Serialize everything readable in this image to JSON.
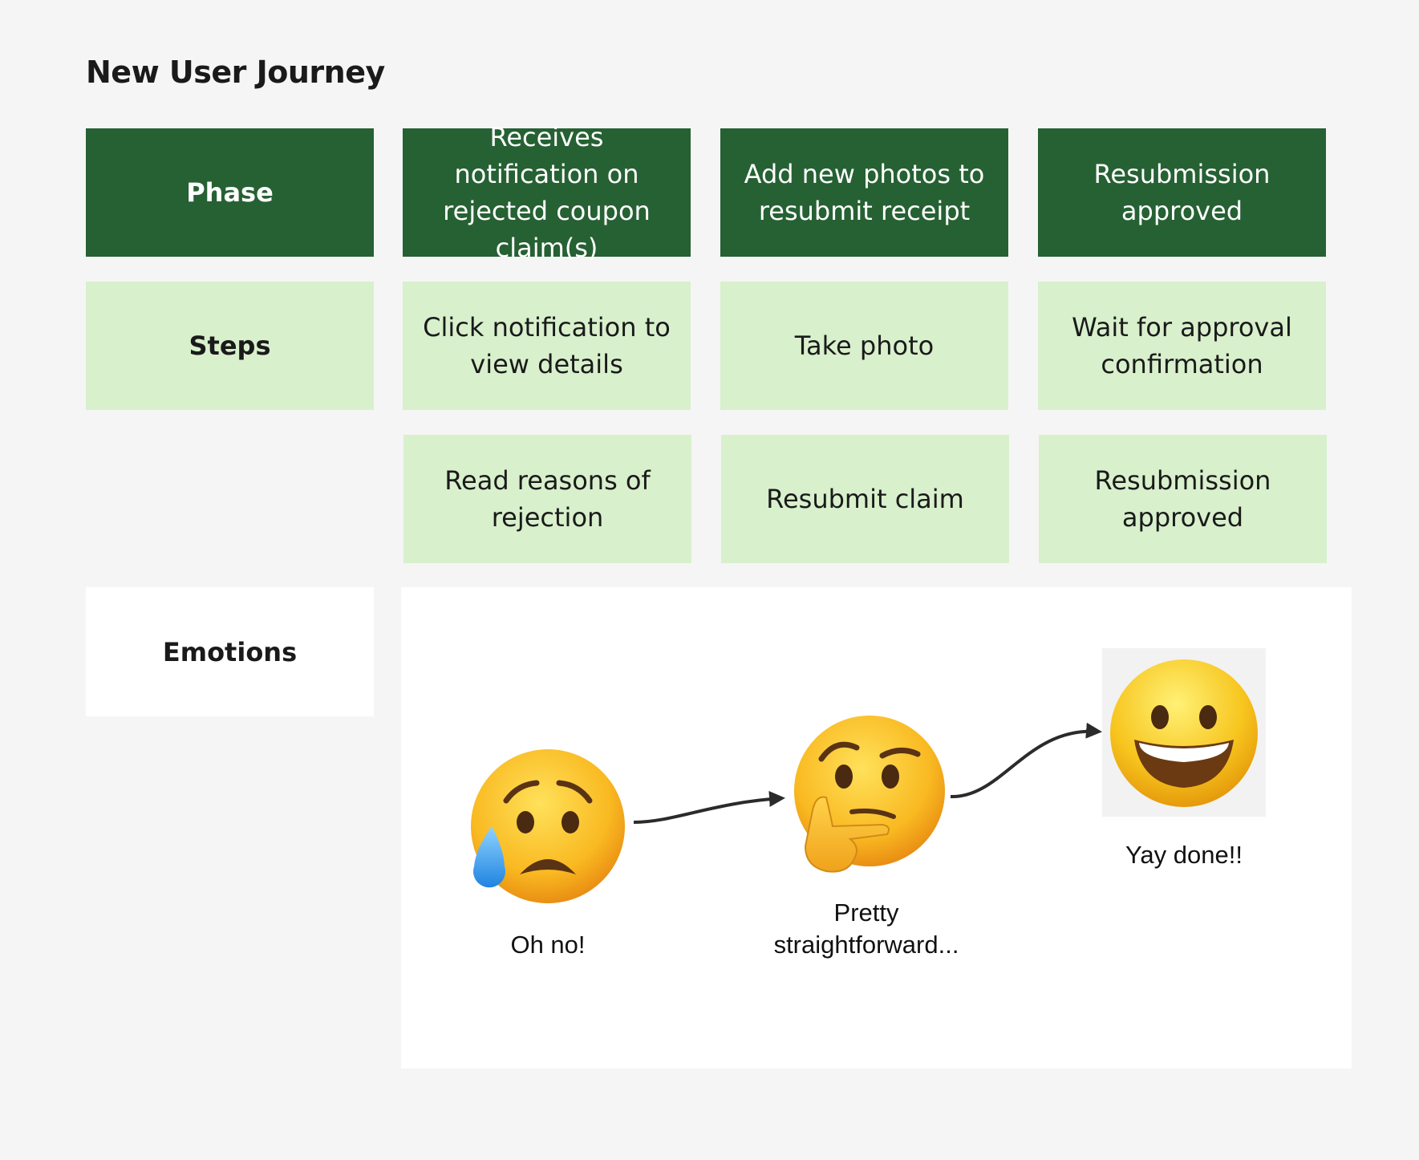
{
  "title": "New User Journey",
  "rows": {
    "phase": {
      "label": "Phase",
      "cells": [
        "Receives notification on rejected coupon claim(s)",
        "Add new photos to resubmit receipt",
        "Resubmission approved"
      ]
    },
    "steps": {
      "label": "Steps",
      "row1": [
        "Click notification to view details",
        "Take photo",
        "Wait for approval confirmation"
      ],
      "row2": [
        "Read reasons of rejection",
        "Resubmit claim",
        "Resubmission approved"
      ]
    },
    "emotions": {
      "label": "Emotions",
      "items": [
        {
          "icon": "sad-tear-face-icon",
          "caption": "Oh no!"
        },
        {
          "icon": "thinking-face-icon",
          "caption": "Pretty\nstraightforward..."
        },
        {
          "icon": "grinning-face-icon",
          "caption": "Yay done!!"
        }
      ]
    }
  },
  "colors": {
    "phase_bg": "#266133",
    "step_bg": "#d8f0cc",
    "background": "#f5f5f5"
  }
}
